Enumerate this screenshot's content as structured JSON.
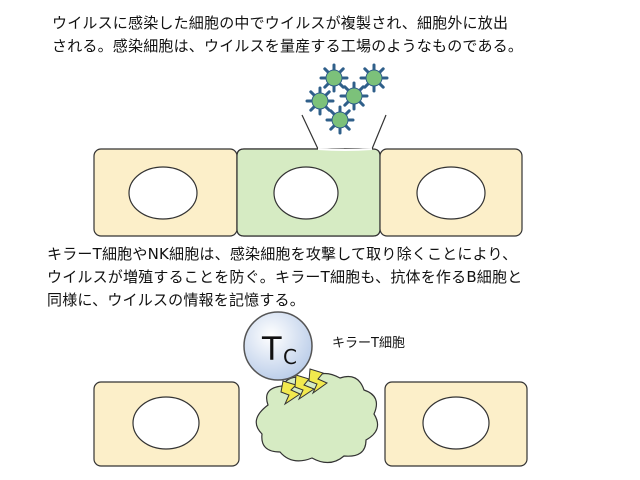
{
  "section1": {
    "text": "ウイルスに感染した細胞の中でウイルスが複製され、細胞外に放出\nされる。感染細胞は、ウイルスを量産する工場のようなものである。"
  },
  "section2": {
    "text": "キラーT細胞やNK細胞は、感染細胞を攻撃して取り除くことにより、\nウイルスが増殖することを防ぐ。キラーT細胞も、抗体を作るB細胞と\n同様に、ウイルスの情報を記憶する。"
  },
  "killer_t": {
    "symbol_main": "T",
    "symbol_sub": "C",
    "caption": "キラーT細胞"
  },
  "colors": {
    "normal_cell_fill": "#fcefc9",
    "infected_cell_fill": "#d6ebc3",
    "cell_stroke": "#333333",
    "virus_fill": "#7cc17a",
    "virus_spike": "#2f5f8a",
    "tcell_fill": "#c8d8f0",
    "dead_cell_fill": "#d6ebc3",
    "lightning_fill": "#f2e94e"
  },
  "icons": [
    "virus-icon",
    "lightning-icon",
    "t-cell-icon"
  ]
}
